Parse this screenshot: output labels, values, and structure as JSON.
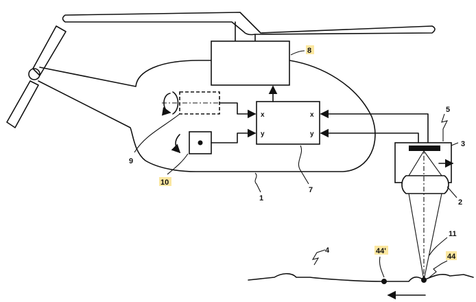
{
  "ports": {
    "x": "x",
    "y": "y"
  },
  "labels": {
    "body": "1",
    "lens": "2",
    "sensor": "3",
    "terrain": "4",
    "housing": "5",
    "processor": "7",
    "control_unit": "8",
    "rate_gyro": "9",
    "tilt_sensor": "10",
    "beam": "11",
    "target_point": "44",
    "target_point_prev": "44'"
  }
}
